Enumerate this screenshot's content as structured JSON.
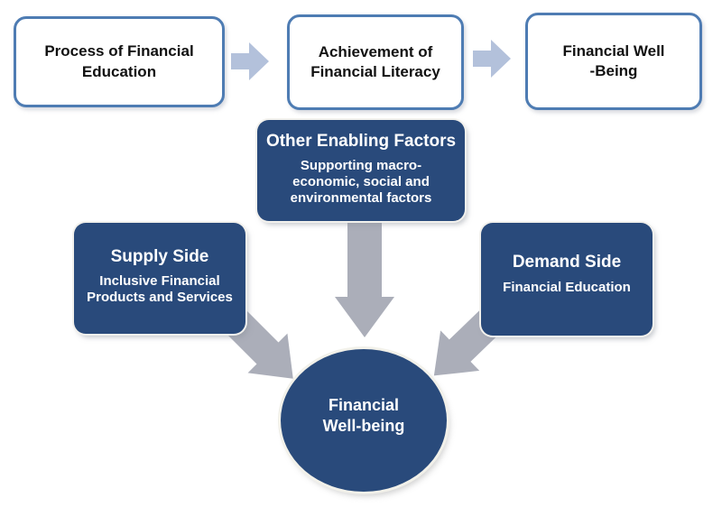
{
  "top_flow": {
    "boxes": [
      {
        "label": "Process of Financial Education"
      },
      {
        "label": "Achievement of Financial Literacy"
      },
      {
        "label": "Financial Well -Being"
      }
    ]
  },
  "factors": {
    "enabling": {
      "title": "Other Enabling Factors",
      "subtitle": "Supporting macro-economic, social and environmental factors"
    },
    "supply": {
      "title": "Supply Side",
      "subtitle": "Inclusive Financial Products and Services"
    },
    "demand": {
      "title": "Demand Side",
      "subtitle": "Financial Education"
    }
  },
  "center_circle": {
    "label": "Financial Well-being"
  },
  "icons": {
    "flow_arrow": "right-block-arrow-icon",
    "converge_arrow": "block-arrow-to-circle-icon"
  },
  "colors": {
    "navy_fill": "#294A7B",
    "box_border_blue": "#4E7CB3",
    "flow_arrow_blue": "#B3C1DB",
    "converge_arrow_gray": "#ABAEB9",
    "box_text_dark": "#111111",
    "dark_box_text": "#FFFFFF",
    "background": "#FFFFFF"
  }
}
